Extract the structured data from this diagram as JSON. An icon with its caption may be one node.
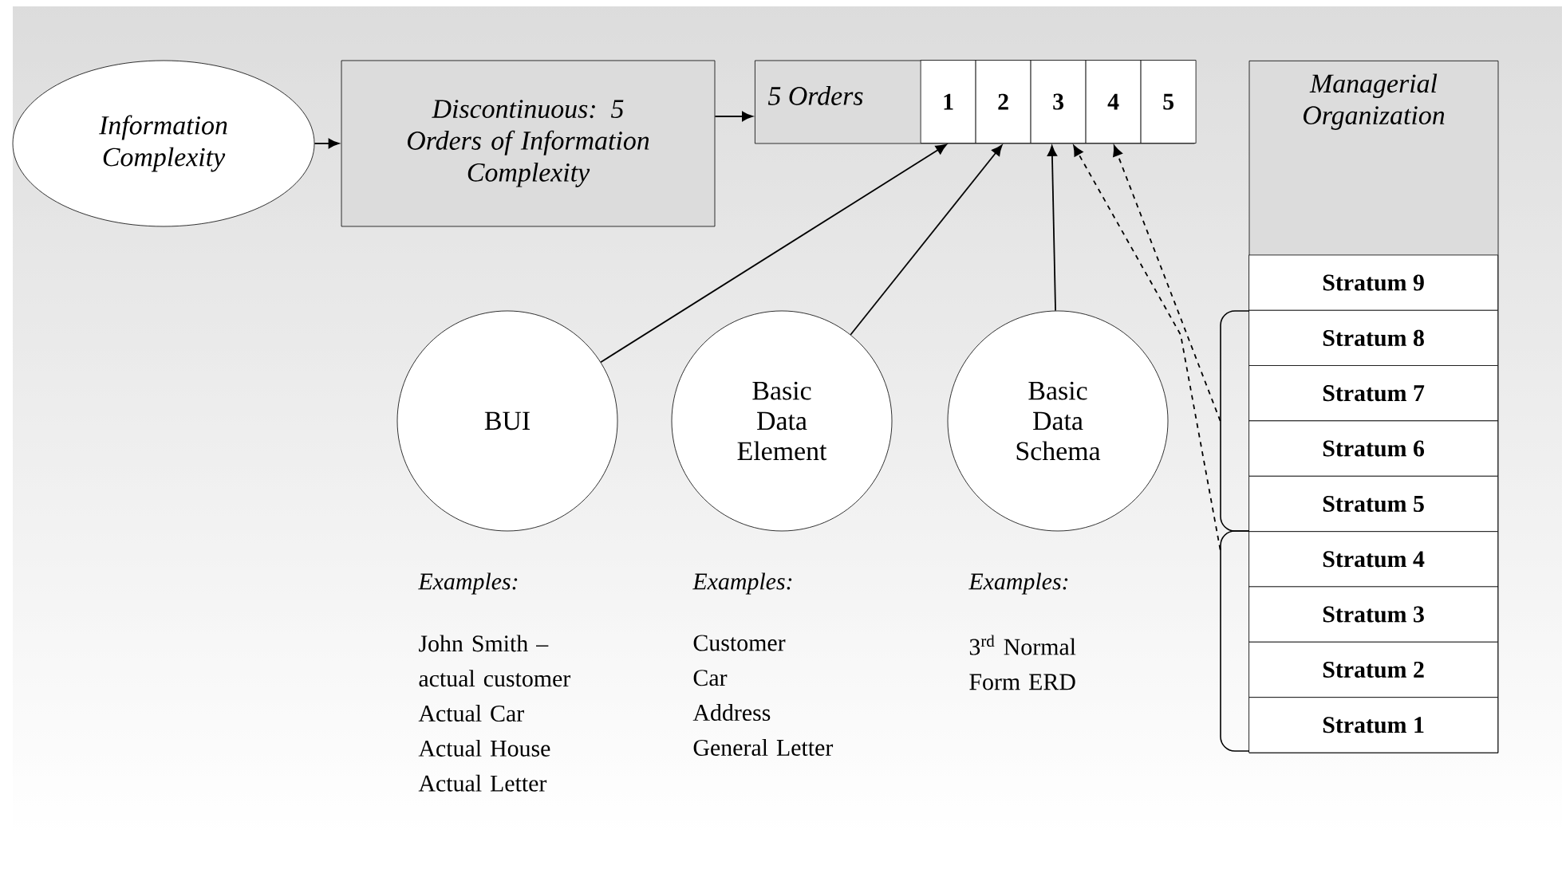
{
  "diagram": {
    "nodes": [
      {
        "text": [
          "Information Complexity"
        ]
      },
      {
        "text": [
          "Discontinuous: 5 Orders of Information Complexity"
        ]
      },
      {
        "text": [
          "5 Orders"
        ]
      },
      {
        "text": [
          "1"
        ],
        "in": 2
      },
      {
        "text": [
          "2"
        ],
        "in": 2
      },
      {
        "text": [
          "3"
        ],
        "in": 2
      },
      {
        "text": [
          "4"
        ],
        "in": 2
      },
      {
        "text": [
          "5"
        ],
        "in": 2
      },
      {
        "text": [
          "Managerial Organization"
        ]
      },
      {
        "text": [
          "Stratum 9"
        ],
        "in": 8
      },
      {
        "text": [
          "Stratum 8"
        ],
        "in": 8
      },
      {
        "text": [
          "Stratum 7"
        ],
        "in": 8
      },
      {
        "text": [
          "Stratum 6"
        ],
        "in": 8
      },
      {
        "text": [
          "Stratum 5"
        ],
        "in": 8
      },
      {
        "text": [
          "Stratum 4"
        ],
        "in": 8
      },
      {
        "text": [
          "Stratum 3"
        ],
        "in": 8
      },
      {
        "text": [
          "Stratum 2"
        ],
        "in": 8
      },
      {
        "text": [
          "Stratum 1"
        ],
        "in": 8
      },
      {
        "text": [
          "BUI"
        ],
        "beside": [
          "Examples:",
          "John Smith – actual customer",
          "Actual Car",
          "Actual House",
          "Actual Letter"
        ]
      },
      {
        "text": [
          "Basic Data Element"
        ],
        "beside": [
          "Examples:",
          "Customer",
          "Car",
          "Address",
          "General Letter"
        ]
      },
      {
        "text": [
          "Basic Data Schema"
        ],
        "beside": [
          "Examples:",
          "3$^{rd}$ Normal Form ERD"
        ]
      },
      {
        "text": [],
        "shape": "bracket"
      },
      {
        "text": [],
        "shape": "bracket"
      }
    ],
    "edges": [
      {
        "from": 0,
        "to": 1,
        "arrow": "to"
      },
      {
        "from": 1,
        "to": 2,
        "arrow": "to"
      },
      {
        "from": 18,
        "to": 3,
        "arrow": "to"
      },
      {
        "from": 19,
        "to": 4,
        "arrow": "to"
      },
      {
        "from": 20,
        "to": 5,
        "arrow": "to"
      },
      {
        "from": 22,
        "to": 5,
        "arrow": "to",
        "style": "dashed"
      },
      {
        "from": 21,
        "to": 6,
        "arrow": "to",
        "style": "dashed"
      }
    ]
  }
}
